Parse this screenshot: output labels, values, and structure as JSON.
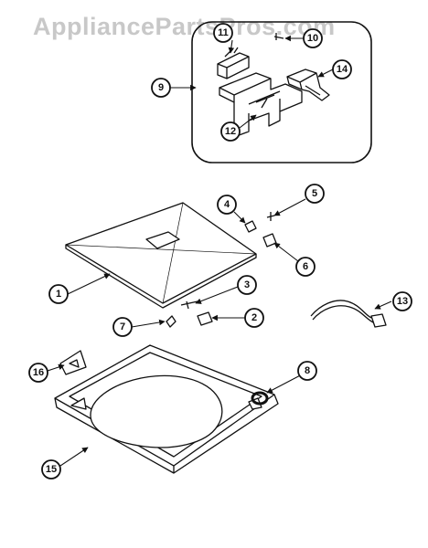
{
  "watermark": "AppliancePartsPros.com",
  "callouts": {
    "c1": "1",
    "c2": "2",
    "c3": "3",
    "c4": "4",
    "c5": "5",
    "c6": "6",
    "c7": "7",
    "c8": "8",
    "c9": "9",
    "c10": "10",
    "c11": "11",
    "c12": "12",
    "c13": "13",
    "c14": "14",
    "c15": "15",
    "c16": "16"
  }
}
